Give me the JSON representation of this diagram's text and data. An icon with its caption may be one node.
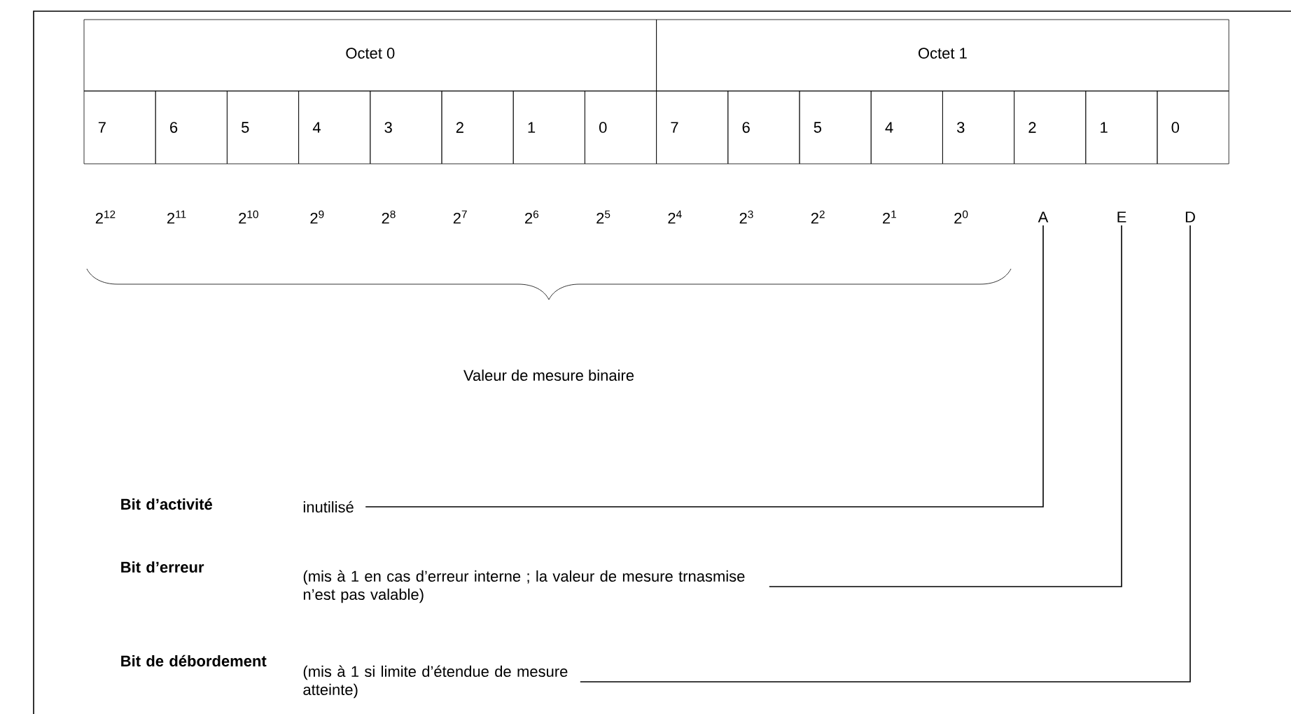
{
  "diagram": {
    "nodes": [
      {
        "text": [
          "A"
        ]
      },
      {
        "text": [
          "E"
        ]
      },
      {
        "text": [
          "D"
        ]
      },
      {
        "text": [
          "inutilisé"
        ]
      },
      {
        "text": [
          "(mis à 1 en cas d’erreur interne ; la valeur de mesure trnasmise n’est pas valable)"
        ]
      },
      {
        "text": [
          "(mis à 1 si limite d’étendue de mesure atteinte)"
        ]
      }
    ],
    "edges": [
      {
        "from": 3,
        "to": 0,
        "arrow": "none"
      },
      {
        "from": 4,
        "to": 1,
        "arrow": "none"
      },
      {
        "from": 5,
        "to": 2,
        "arrow": "none"
      }
    ],
    "labels": [
      "Octet 0",
      "Octet 1",
      "7",
      "6",
      "5",
      "4",
      "3",
      "2",
      "1",
      "0",
      "7",
      "6",
      "5",
      "4",
      "3",
      "2",
      "1",
      "0",
      "2$^{12}$",
      "2$^{11}$",
      "2$^{10}$",
      "2$^{9}$",
      "2$^{8}$",
      "2$^{7}$",
      "2$^{6}$",
      "2$^{5}$",
      "2$^{4}$",
      "2$^{3}$",
      "2$^{2}$",
      "2$^{1}$",
      "2$^{0}$",
      "Valeur de mesure binaire",
      "Bit d’activité",
      "Bit d’erreur",
      "Bit de débordement"
    ]
  }
}
